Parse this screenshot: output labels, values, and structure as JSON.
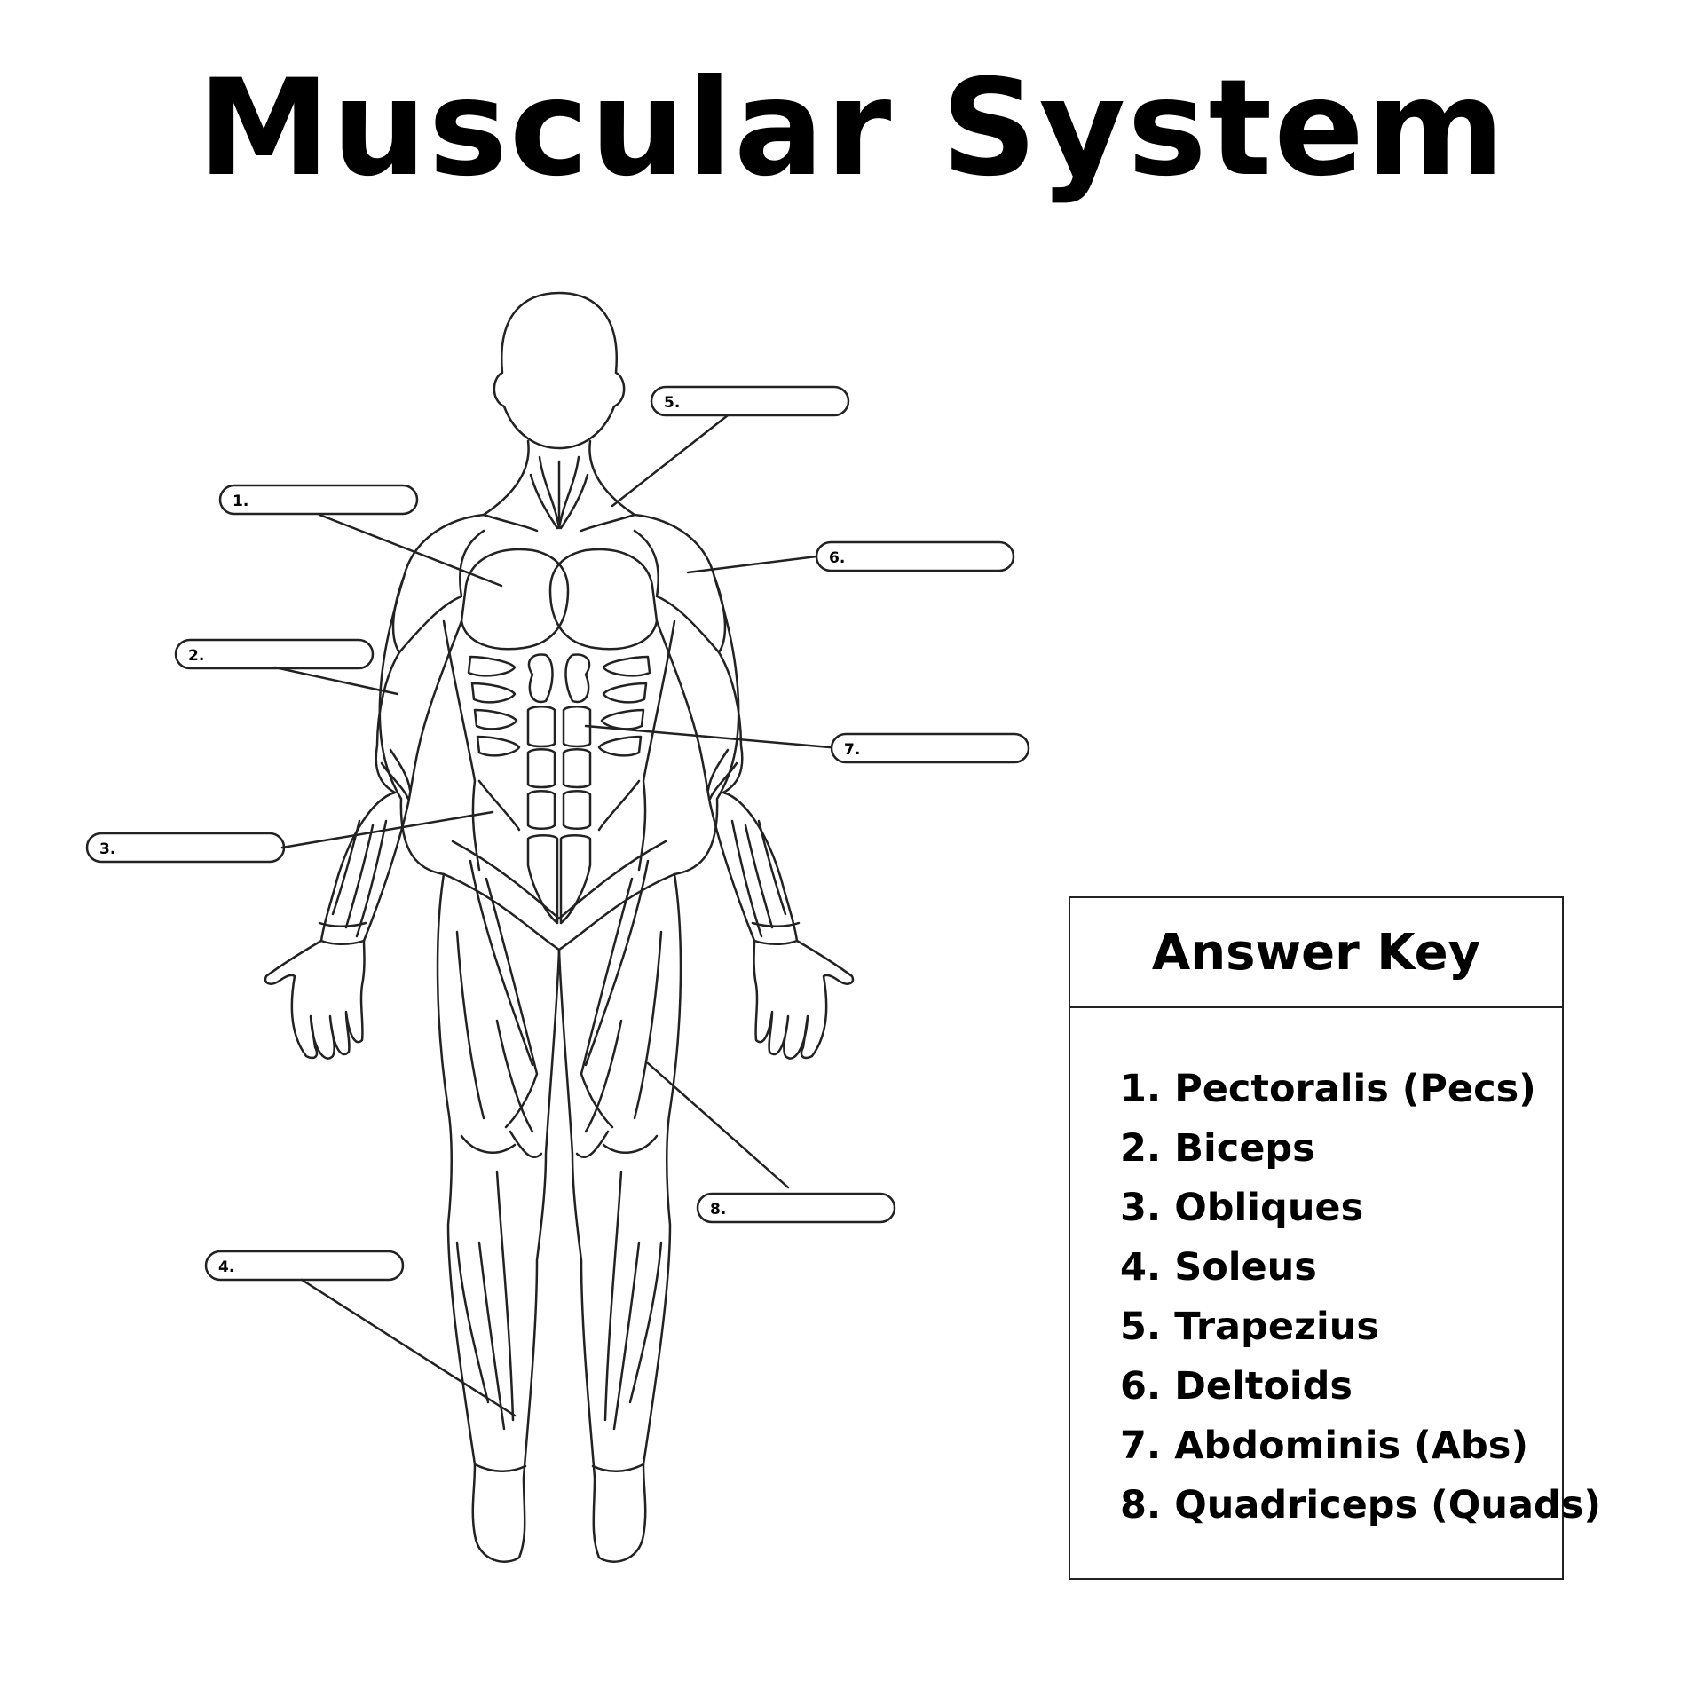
{
  "title": "Muscular System",
  "label_boxes": [
    {
      "number": "1."
    },
    {
      "number": "2."
    },
    {
      "number": "3."
    },
    {
      "number": "4."
    },
    {
      "number": "5."
    },
    {
      "number": "6."
    },
    {
      "number": "7."
    },
    {
      "number": "8."
    }
  ],
  "answer_key": {
    "heading": "Answer Key",
    "items": [
      "1. Pectoralis (Pecs)",
      "2. Biceps",
      "3. Obliques",
      "4. Soleus",
      "5.  Trapezius",
      "6. Deltoids",
      "7. Abdominis (Abs)",
      "8. Quadriceps (Quads)"
    ]
  },
  "colors": {
    "line": "#222222",
    "background": "#ffffff"
  }
}
